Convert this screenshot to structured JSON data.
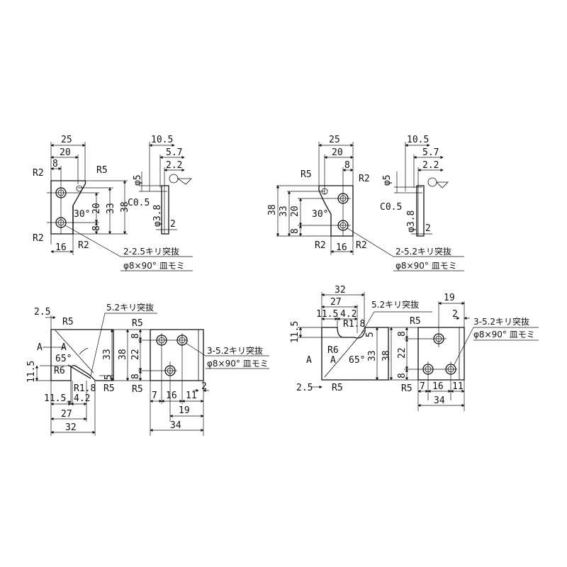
{
  "drawings": {
    "top_left": {
      "dims": {
        "w25": "25",
        "w20": "20",
        "w8": "8",
        "r2a": "R2",
        "r5": "R5",
        "r2b": "R2",
        "r2c": "R2",
        "h38": "38",
        "h33": "33",
        "h20": "20",
        "h8": "8",
        "ang": "30°",
        "w16": "16"
      },
      "note1": "2-2.5キリ突抜",
      "note2": "φ8×90° 皿モミ",
      "side": {
        "t105": "10.5",
        "t57": "5.7",
        "t22": "2.2",
        "d5": "φ5",
        "c05": "C0.5",
        "d38": "φ3.8",
        "t2": "2"
      }
    },
    "top_right": {
      "dims": {
        "w25": "25",
        "w20": "20",
        "w8": "8",
        "r5": "R5",
        "r2a": "R2",
        "r2b": "R2",
        "r2c": "R2",
        "h38": "38",
        "h33": "33",
        "h20": "20",
        "h8": "8",
        "ang": "30°",
        "w16": "16"
      },
      "note1": "2-5.2キリ突抜",
      "note2": "φ8×90° 皿モミ",
      "side": {
        "t105": "10.5",
        "t57": "5.7",
        "t22": "2.2",
        "d5": "φ5",
        "c05": "C0.5",
        "d38": "φ3.8",
        "t2": "2"
      }
    },
    "bottom_left": {
      "dims": {
        "t25": "2.5",
        "r5a": "R5",
        "a1": "A",
        "a2": "A",
        "ang": "65°",
        "h115": "11.5",
        "r6": "R6",
        "r18": "R1.8",
        "r5b": "R5",
        "w115": "11.5",
        "w42": "4.2",
        "w27": "27",
        "w32": "32",
        "h33": "33",
        "h38": "38",
        "h5": "5",
        "r5c": "R5",
        "r5d": "R5",
        "h8a": "8",
        "h22": "22",
        "h8b": "8",
        "w7": "7",
        "w16": "16",
        "w11": "11",
        "w2": "2",
        "w19": "19",
        "w34": "34"
      },
      "note_slot": "5.2キリ突抜",
      "note1": "3-5.2キリ突抜",
      "note2": "φ8×90° 皿モミ"
    },
    "bottom_right": {
      "dims": {
        "w32": "32",
        "w27": "27",
        "w115": "11.5",
        "w42": "4.2",
        "r18": "R1.8",
        "h115": "11.5",
        "r6": "R6",
        "ang": "65°",
        "a1": "A",
        "a2": "A",
        "t25": "2.5",
        "r5a": "R5",
        "h5": "5",
        "h33": "33",
        "h38": "38",
        "h8a": "8",
        "h22": "22",
        "h8b": "8",
        "r5b": "R5",
        "r5c": "R5",
        "w19": "19",
        "w2": "2",
        "w7": "7",
        "w16": "16",
        "w11": "11",
        "w34": "34"
      },
      "note_slot": "5.2キリ突抜",
      "note1": "3-5.2キリ突抜",
      "note2": "φ8×90° 皿モミ"
    }
  }
}
